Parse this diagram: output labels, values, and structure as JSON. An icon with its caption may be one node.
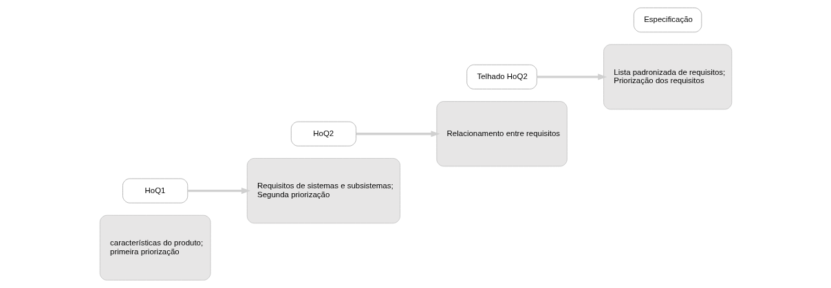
{
  "diagram": {
    "nodes": [
      {
        "text": [
          "características do produto;",
          "primeira priorização"
        ]
      },
      {
        "text": [
          "HoQ1"
        ]
      },
      {
        "text": [
          "HoQ2"
        ]
      },
      {
        "text": [
          "Requisitos de sistemas e subsistemas;",
          "Segunda priorização"
        ]
      },
      {
        "text": [
          "Relacionamento entre requisitos"
        ]
      },
      {
        "text": [
          "Telhado HoQ2"
        ]
      },
      {
        "text": [
          "Especificação"
        ]
      },
      {
        "text": [
          "Lista padronizada de requisitos;",
          "Priorização dos requisitos"
        ]
      }
    ],
    "edges": [
      {
        "from": 1,
        "to": 3,
        "arrow": "to"
      },
      {
        "from": 2,
        "to": 4,
        "arrow": "to"
      },
      {
        "from": 5,
        "to": 7,
        "arrow": "to"
      }
    ]
  }
}
